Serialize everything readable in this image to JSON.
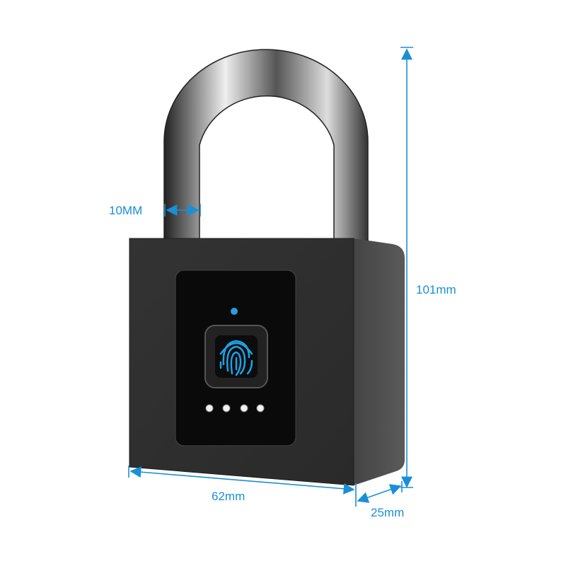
{
  "dimensions": {
    "shackle_thickness": "10MM",
    "height": "101mm",
    "width": "62mm",
    "depth": "25mm"
  },
  "colors": {
    "dimension_line": "#1a8fd6",
    "body": "#2e2e2e",
    "fingerprint": "#1aa3e8"
  },
  "icons": {
    "sensor": "fingerprint-icon"
  }
}
